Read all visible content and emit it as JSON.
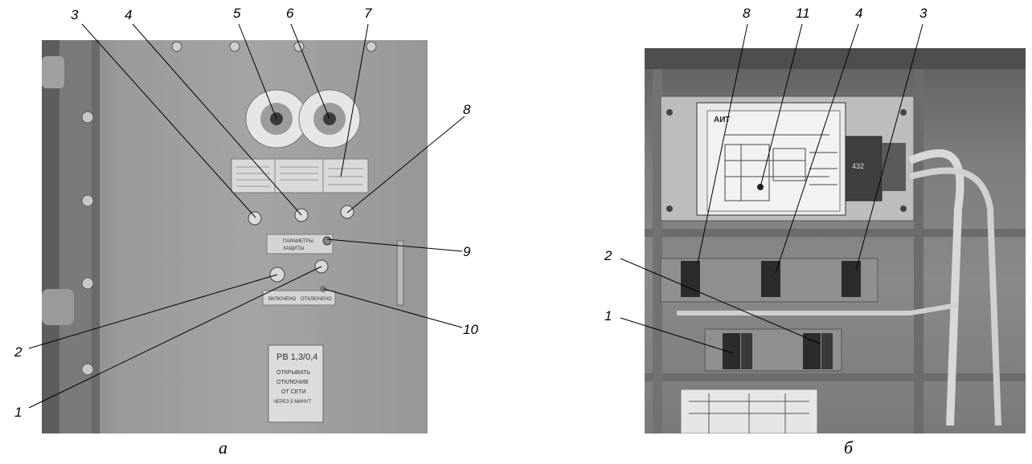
{
  "panel_a": {
    "caption": "а",
    "labels": {
      "n1": "1",
      "n2": "2",
      "n3": "3",
      "n4": "4",
      "n5": "5",
      "n6": "6",
      "n7": "7",
      "n8": "8",
      "n9": "9",
      "n10": "10"
    },
    "sign_lines": [
      "РВ 1,3/0,4",
      "ОТКРЫВАТЬ",
      "ОТКЛЮЧИВ",
      "ОТ СЕТИ",
      "ЧЕРЕЗ 5 МИНУТ"
    ],
    "plate_text": [
      "ПАРАМЕТРЫ",
      "ЗАЩИТЫ"
    ],
    "bottom_plate": [
      "ВКЛЮЧЕНО",
      "ОТКЛЮЧЕНО"
    ]
  },
  "panel_b": {
    "caption": "б",
    "labels": {
      "n8": "8",
      "n11": "11",
      "n4": "4",
      "n3": "3",
      "n2": "2",
      "n1": "1"
    },
    "logo": "АИТ",
    "unit_code": "432"
  }
}
